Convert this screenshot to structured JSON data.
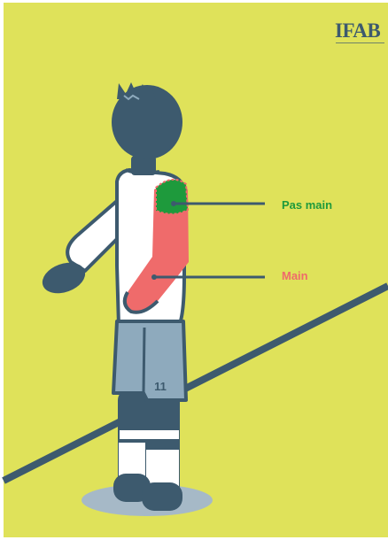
{
  "logo": {
    "text": "IFAB"
  },
  "annotations": {
    "not_hand": {
      "label": "Pas main"
    },
    "hand": {
      "label": "Main"
    }
  },
  "player": {
    "shirt_number": "11"
  },
  "colors": {
    "background": "#dfe25a",
    "navy": "#3d5a6e",
    "shorts": "#8eaabd",
    "hand_zone": "#ef6b6b",
    "not_hand_zone": "#1e9a3c",
    "shadow": "#a6b9c7",
    "white": "#ffffff"
  }
}
